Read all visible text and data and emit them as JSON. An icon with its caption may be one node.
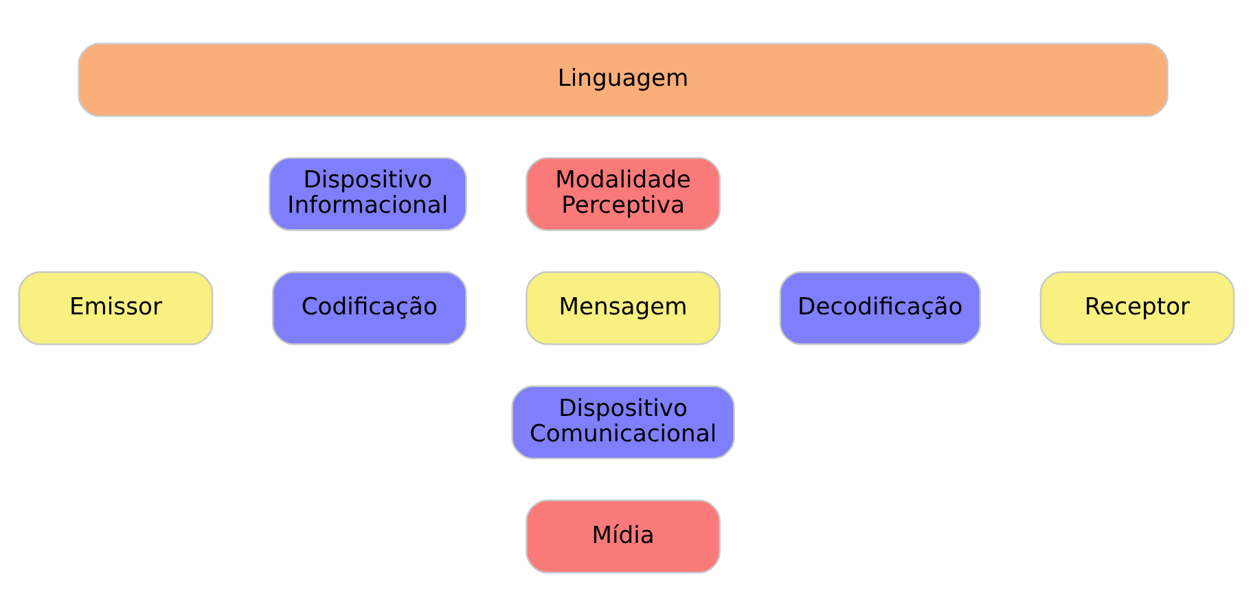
{
  "diagram": {
    "nodes": [
      {
        "text": [
          "Linguagem"
        ]
      },
      {
        "text": [
          "Dispositivo Informacional"
        ]
      },
      {
        "text": [
          "Modalidade Perceptiva"
        ]
      },
      {
        "text": [
          "Emissor"
        ]
      },
      {
        "text": [
          "Codificação"
        ]
      },
      {
        "text": [
          "Mensagem"
        ]
      },
      {
        "text": [
          "Decodificação"
        ]
      },
      {
        "text": [
          "Receptor"
        ]
      },
      {
        "text": [
          "Dispositivo Comunicacional"
        ]
      },
      {
        "text": [
          "Mídia"
        ]
      }
    ],
    "edges": []
  }
}
